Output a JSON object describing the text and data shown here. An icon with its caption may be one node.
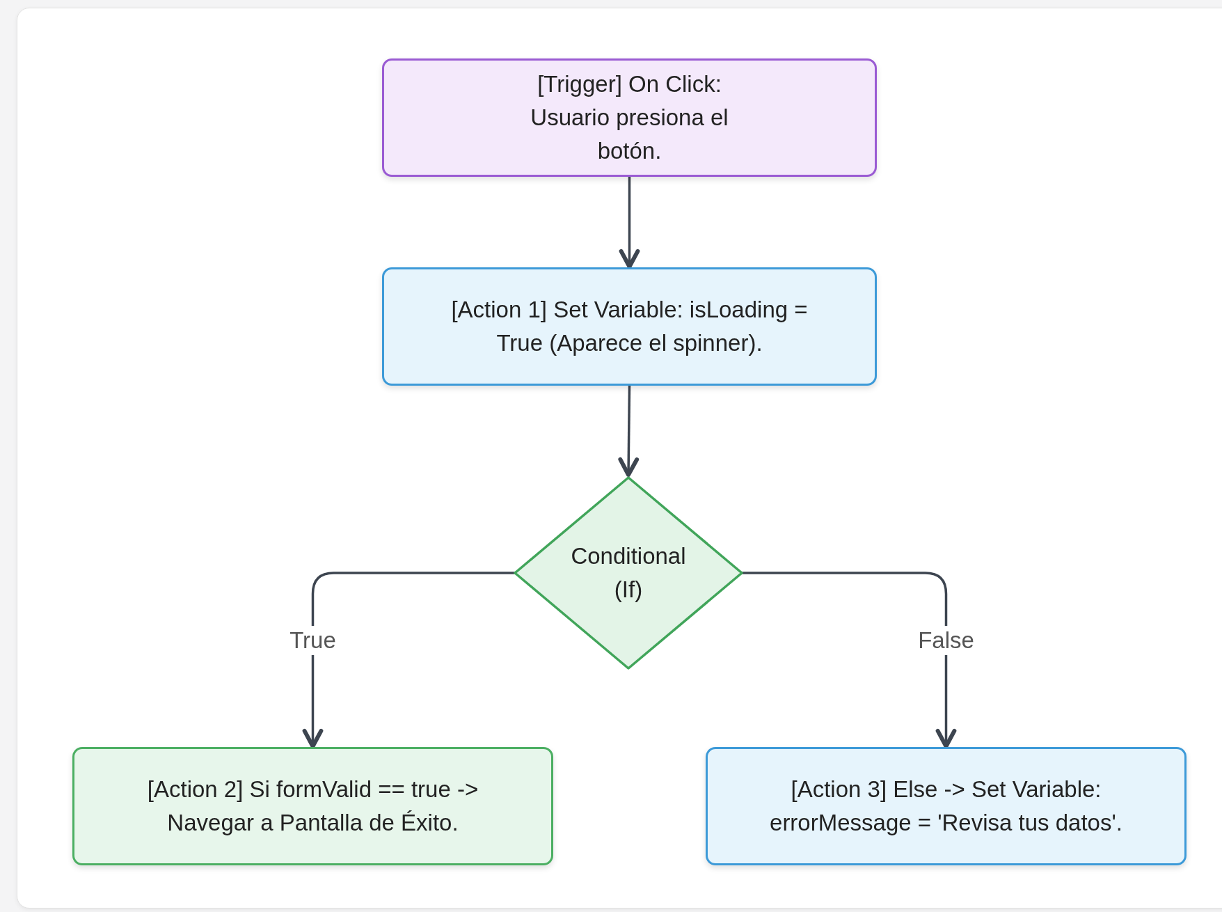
{
  "diagram": {
    "nodes": [
      {
        "text": [
          "[Trigger] On Click: Usuario presiona el botón."
        ]
      },
      {
        "text": [
          "[Action 1] Set Variable: isLoading = True (Aparece el spinner)."
        ]
      },
      {
        "text": [
          "Conditional (If)"
        ]
      },
      {
        "text": [
          "[Action 2] Si formValid == true -> Navegar a Pantalla de Éxito."
        ]
      },
      {
        "text": [
          "[Action 3] Else -> Set Variable: errorMessage = 'Revisa tus datos'."
        ]
      }
    ],
    "edges": [
      {
        "from": 0,
        "to": 1,
        "arrow": "to"
      },
      {
        "from": 1,
        "to": 2,
        "arrow": "to"
      },
      {
        "from": 2,
        "to": 3,
        "arrow": "to",
        "label": "True"
      },
      {
        "from": 2,
        "to": 4,
        "arrow": "to",
        "label": "False"
      }
    ]
  }
}
